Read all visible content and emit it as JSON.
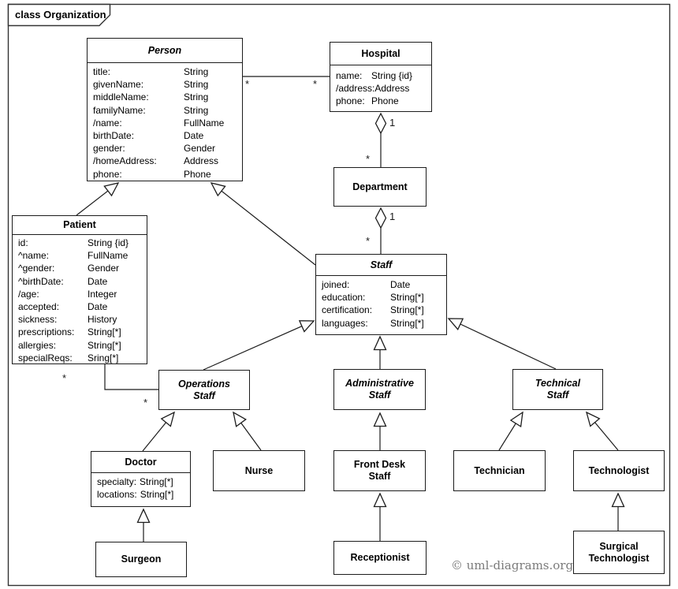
{
  "frame": {
    "title": "class Organization"
  },
  "copyright": "© uml-diagrams.org",
  "labels": {
    "ph_left": "*",
    "ph_right": "*",
    "hd_one": "1",
    "hd_many": "*",
    "ds_one": "1",
    "ds_many": "*",
    "po_left": "*",
    "po_right": "*"
  },
  "classes": {
    "person": {
      "name": "Person",
      "attributes": [
        {
          "name": "title:",
          "type": "String"
        },
        {
          "name": "givenName:",
          "type": "String"
        },
        {
          "name": "middleName:",
          "type": "String"
        },
        {
          "name": "familyName:",
          "type": "String"
        },
        {
          "name": "/name:",
          "type": "FullName"
        },
        {
          "name": "birthDate:",
          "type": "Date"
        },
        {
          "name": "gender:",
          "type": "Gender"
        },
        {
          "name": "/homeAddress:",
          "type": "Address"
        },
        {
          "name": "phone:",
          "type": "Phone"
        }
      ]
    },
    "hospital": {
      "name": "Hospital",
      "attributes": [
        {
          "name": "name:",
          "type": "String {id}"
        },
        {
          "name": "/address:",
          "type": "Address"
        },
        {
          "name": "phone:",
          "type": "Phone"
        }
      ]
    },
    "department": {
      "name": "Department"
    },
    "patient": {
      "name": "Patient",
      "attributes": [
        {
          "name": "id:",
          "type": "String {id}"
        },
        {
          "name": "^name:",
          "type": "FullName"
        },
        {
          "name": "^gender:",
          "type": "Gender"
        },
        {
          "name": "^birthDate:",
          "type": "Date"
        },
        {
          "name": "/age:",
          "type": "Integer"
        },
        {
          "name": "accepted:",
          "type": "Date"
        },
        {
          "name": "sickness:",
          "type": "History"
        },
        {
          "name": "prescriptions:",
          "type": "String[*]"
        },
        {
          "name": "allergies:",
          "type": "String[*]"
        },
        {
          "name": "specialReqs:",
          "type": "Sring[*]"
        }
      ]
    },
    "staff": {
      "name": "Staff",
      "attributes": [
        {
          "name": "joined:",
          "type": "Date"
        },
        {
          "name": "education:",
          "type": "String[*]"
        },
        {
          "name": "certification:",
          "type": "String[*]"
        },
        {
          "name": "languages:",
          "type": "String[*]"
        }
      ]
    },
    "operations_staff": {
      "name": "Operations\nStaff"
    },
    "administrative_staff": {
      "name": "Administrative\nStaff"
    },
    "technical_staff": {
      "name": "Technical\nStaff"
    },
    "doctor": {
      "name": "Doctor",
      "attributes": [
        {
          "name": "specialty:",
          "type": "String[*]"
        },
        {
          "name": "locations:",
          "type": "String[*]"
        }
      ]
    },
    "nurse": {
      "name": "Nurse"
    },
    "front_desk_staff": {
      "name": "Front Desk\nStaff"
    },
    "technician": {
      "name": "Technician"
    },
    "technologist": {
      "name": "Technologist"
    },
    "surgeon": {
      "name": "Surgeon"
    },
    "receptionist": {
      "name": "Receptionist"
    },
    "surgical_technologist": {
      "name": "Surgical\nTechnologist"
    }
  }
}
